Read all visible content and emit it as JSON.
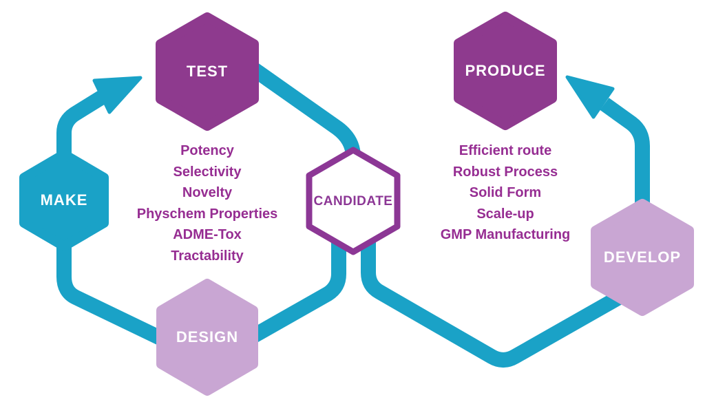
{
  "colors": {
    "teal": "#1AA2C7",
    "purple": "#8E3A8E",
    "lavender": "#C9A6D3",
    "candidate_border": "#8C3795",
    "text_purple": "#962D92",
    "white": "#FFFFFF"
  },
  "hexagons": {
    "test": "TEST",
    "make": "MAKE",
    "design": "DESIGN",
    "candidate": "CANDIDATE",
    "produce": "PRODUCE",
    "develop": "DEVELOP"
  },
  "left_cycle": {
    "items": [
      "Potency",
      "Selectivity",
      "Novelty",
      "Physchem Properties",
      "ADME-Tox",
      "Tractability"
    ]
  },
  "right_cycle": {
    "items": [
      "Efficient route",
      "Robust Process",
      "Solid Form",
      "Scale-up",
      "GMP Manufacturing"
    ]
  }
}
